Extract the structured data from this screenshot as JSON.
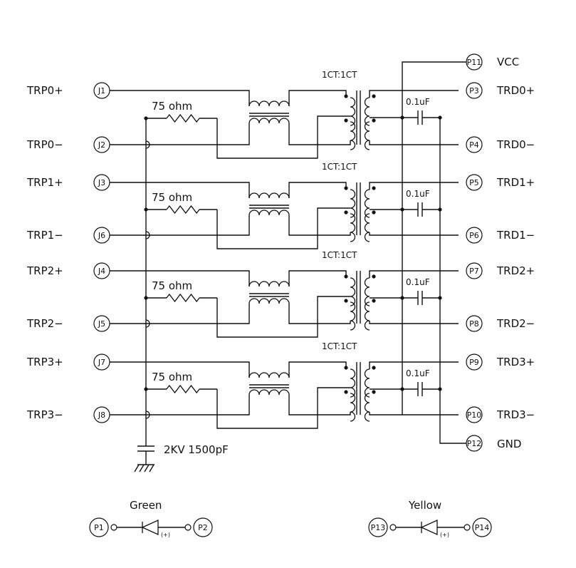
{
  "left_labels": [
    "TRP0+",
    "TRP0−",
    "TRP1+",
    "TRP1−",
    "TRP2+",
    "TRP2−",
    "TRP3+",
    "TRP3−"
  ],
  "left_pins": [
    "J1",
    "J2",
    "J3",
    "J6",
    "J4",
    "J5",
    "J7",
    "J8"
  ],
  "right_labels": [
    "TRD0+",
    "TRD0−",
    "TRD1+",
    "TRD1−",
    "TRD2+",
    "TRD2−",
    "TRD3+",
    "TRD3−"
  ],
  "right_pins": [
    "P3",
    "P4",
    "P5",
    "P6",
    "P7",
    "P8",
    "P9",
    "P10"
  ],
  "resistor_label": "75 ohm",
  "transformer_label": "1CT:1CT",
  "cap_label": "0.1uF",
  "vcc": {
    "pin": "P11",
    "label": "VCC"
  },
  "gnd": {
    "pin": "P12",
    "label": "GND"
  },
  "hv_cap_label": "2KV 1500pF",
  "led_green": {
    "name": "Green",
    "pin_a": "P1",
    "pin_b": "P2",
    "polarity": "(+)"
  },
  "led_yellow": {
    "name": "Yellow",
    "pin_a": "P13",
    "pin_b": "P14",
    "polarity": "(+)"
  }
}
